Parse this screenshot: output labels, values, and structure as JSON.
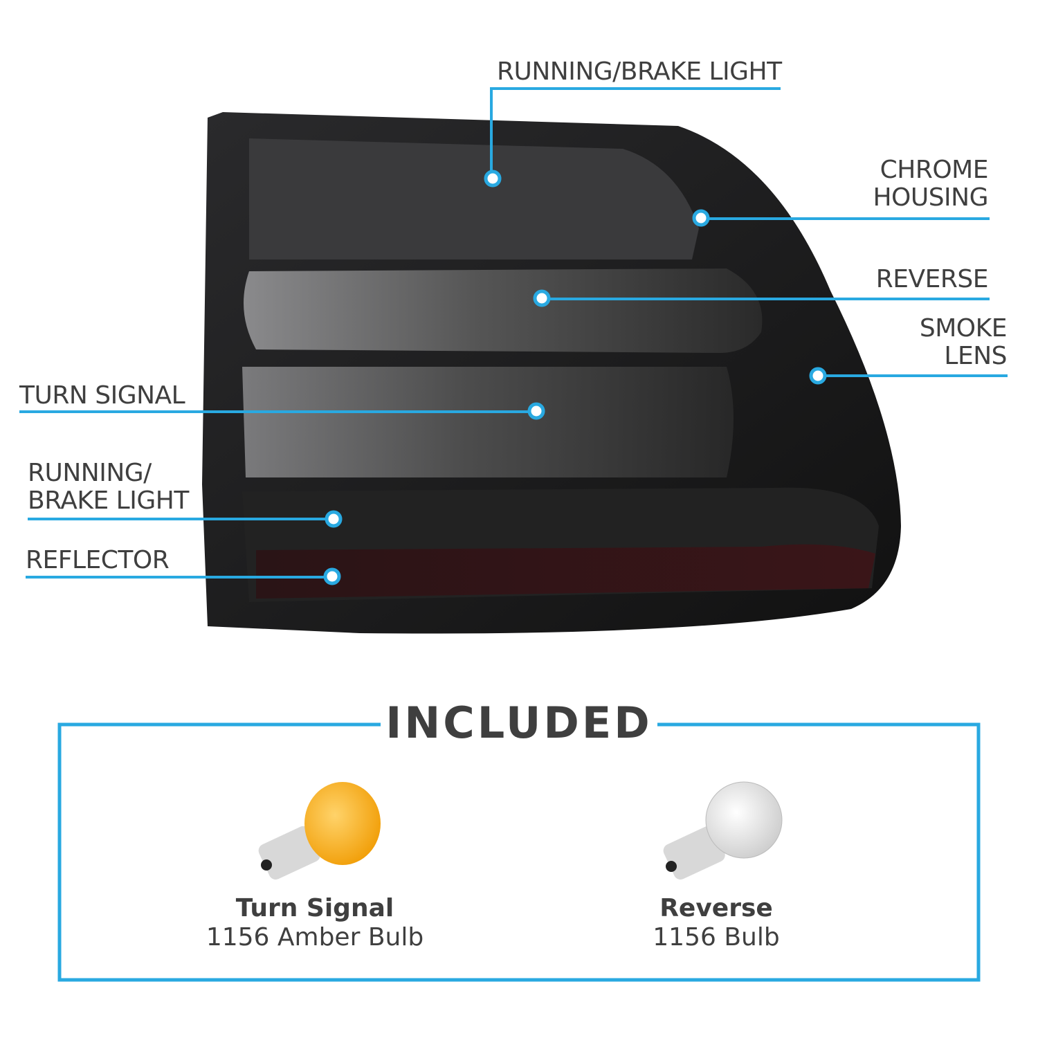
{
  "callouts": {
    "top_running_brake": "RUNNING/BRAKE LIGHT",
    "chrome_housing": [
      "CHROME",
      "HOUSING"
    ],
    "reverse": "REVERSE",
    "smoke_lens": [
      "SMOKE",
      "LENS"
    ],
    "turn_signal": "TURN SIGNAL",
    "lower_running_brake": [
      "RUNNING/",
      "BRAKE LIGHT"
    ],
    "reflector": "REFLECTOR"
  },
  "included": {
    "title": "INCLUDED",
    "items": [
      {
        "name": "Turn Signal",
        "desc": "1156 Amber Bulb"
      },
      {
        "name": "Reverse",
        "desc": "1156 Bulb"
      }
    ]
  },
  "colors": {
    "accent": "#29a9e1",
    "text": "#3f3f3f",
    "lens": "#1c1c1e"
  }
}
